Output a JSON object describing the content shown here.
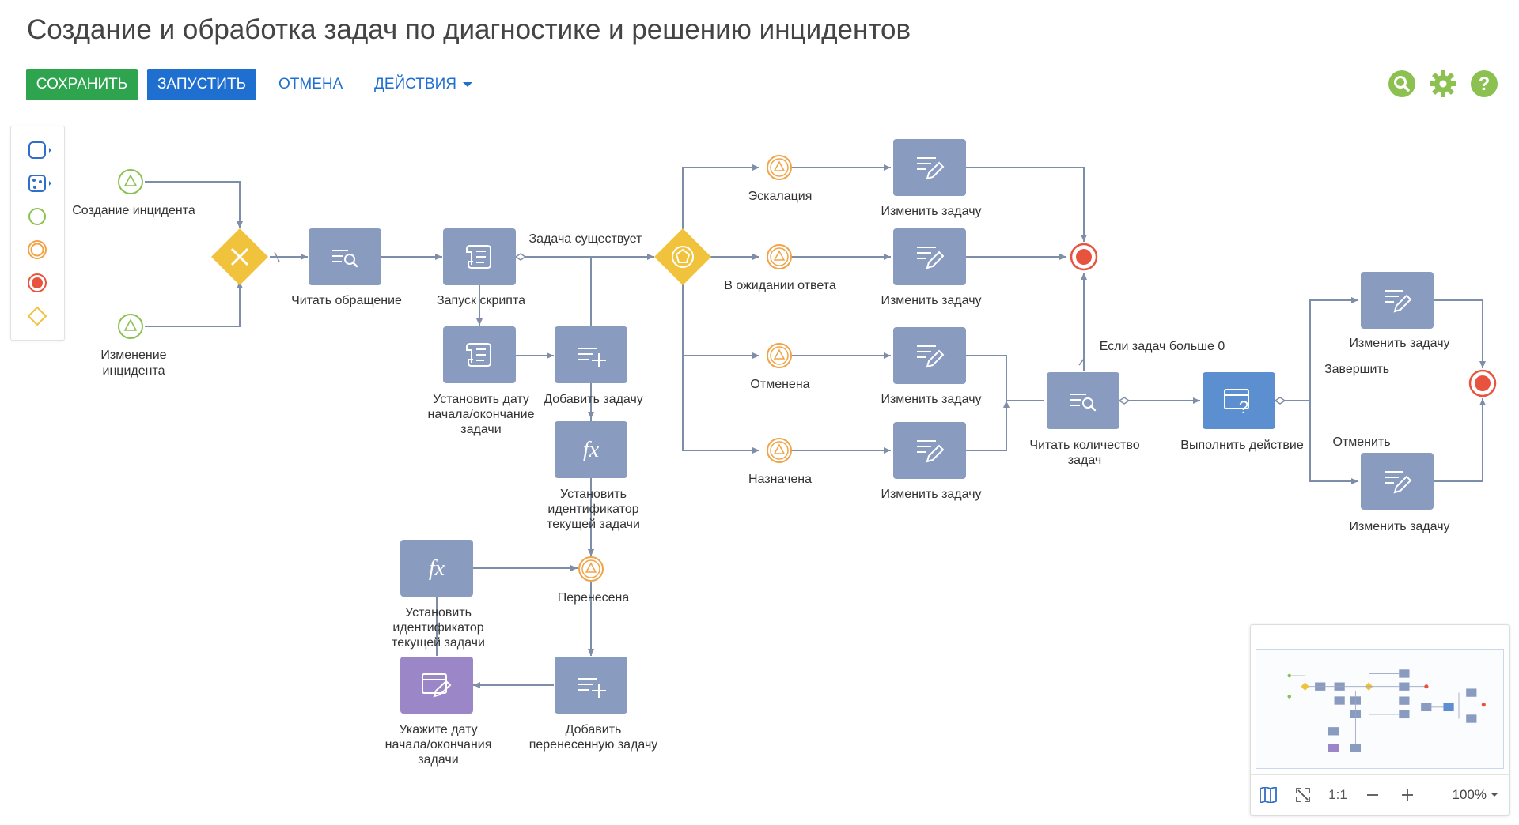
{
  "page": {
    "title": "Создание и обработка задач по диагностике и решению инцидентов"
  },
  "toolbar": {
    "save_label": "СОХРАНИТЬ",
    "run_label": "ЗАПУСТИТЬ",
    "cancel_label": "ОТМЕНА",
    "actions_label": "ДЕЙСТВИЯ"
  },
  "header_icons": [
    "search-icon",
    "gear-icon",
    "help-icon"
  ],
  "colors": {
    "save": "#2ea44f",
    "run": "#1f6fd1",
    "link": "#1f6fd1",
    "header_icon": "#8cc152",
    "task": "#8a9bc0",
    "task_highlight": "#5b8fd0",
    "task_purple": "#9b86c8",
    "gateway": "#f1c23c",
    "start_event": "#8cc152",
    "intermediate_event": "#f0a447",
    "end_event": "#e8533f",
    "connector": "#7f8ea8"
  },
  "palette": {
    "items": [
      "task-tool-icon",
      "subprocess-tool-icon",
      "start-event-tool-icon",
      "intermediate-event-tool-icon",
      "end-event-tool-icon",
      "gateway-tool-icon"
    ]
  },
  "diagram": {
    "start_create": "Создание инцидента",
    "start_change_1": "Изменение",
    "start_change_2": "инцидента",
    "read_request": "Читать обращение",
    "run_script": "Запуск скрипта",
    "task_exists": "Задача существует",
    "set_dates_1": "Установить дату",
    "set_dates_2": "начала/окончание",
    "set_dates_3": "задачи",
    "add_task": "Добавить задачу",
    "set_id_1": "Установить",
    "set_id_2": "идентификатор",
    "set_id_3": "текущей задачи",
    "moved": "Перенесена",
    "set_id2_1": "Установить",
    "set_id2_2": "идентификатор",
    "set_id2_3": "текущей задачи",
    "specify_date_1": "Укажите дату",
    "specify_date_2": "начала/окончания",
    "specify_date_3": "задачи",
    "add_moved_1": "Добавить",
    "add_moved_2": "перенесенную задачу",
    "escalation": "Эскалация",
    "waiting": "В ожидании ответа",
    "cancelled": "Отменена",
    "assigned": "Назначена",
    "change_task_1": "Изменить задачу",
    "change_task_2": "Изменить задачу",
    "change_task_3": "Изменить задачу",
    "change_task_4": "Изменить задачу",
    "if_tasks": "Если задач больше 0",
    "read_count_1": "Читать количество",
    "read_count_2": "задач",
    "perform_action": "Выполнить действие",
    "finish": "Завершить",
    "cancel_flow": "Отменить",
    "change_task_5": "Изменить задачу",
    "change_task_6": "Изменить задачу"
  },
  "minimap": {
    "fit_label": "1:1",
    "zoom_label": "100%"
  }
}
